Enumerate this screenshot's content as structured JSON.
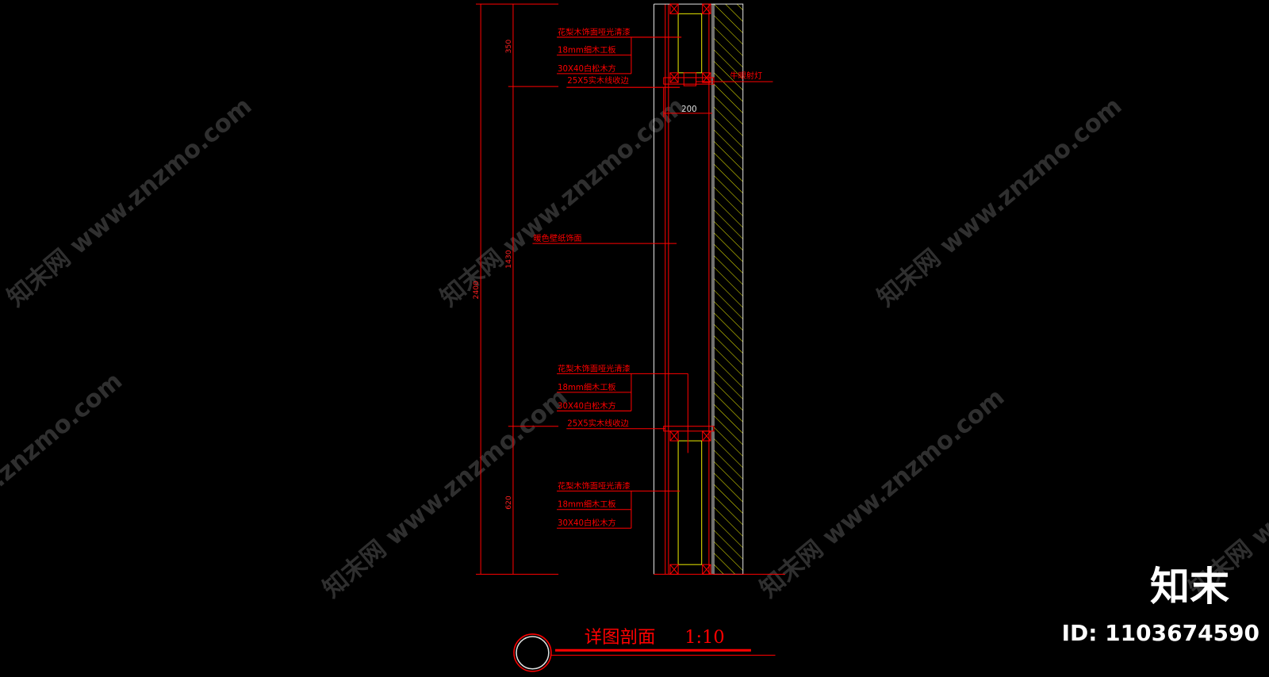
{
  "drawing": {
    "title": "详图剖面",
    "scale": "1:10",
    "dimensions": {
      "top": "350",
      "middle": "1430",
      "total": "2400",
      "bottom": "620",
      "depth": "200"
    },
    "top_labels": [
      "花梨木饰面哑光清漆",
      "18mm细木工板",
      "30X40白松木方",
      "25X5实木线收边"
    ],
    "light_label": "牛眼射灯",
    "wallpaper_label": "暖色壁纸饰面",
    "middle_labels": [
      "花梨木饰面哑光清漆",
      "18mm细木工板",
      "30X40白松木方",
      "25X5实木线收边"
    ],
    "bottom_labels": [
      "花梨木饰面哑光清漆",
      "18mm细木工板",
      "30X40白松木方"
    ]
  },
  "watermark": {
    "text": "知末网 www.znzmo.com",
    "brand": "知末",
    "id": "ID: 1103674590"
  },
  "colors": {
    "background": "#000000",
    "annotation": "#ff0000",
    "hatch": "#e8e800",
    "outline": "#e0e0e0"
  }
}
